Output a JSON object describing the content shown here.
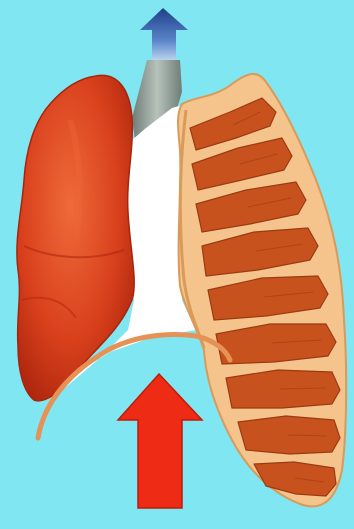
{
  "diagram": {
    "colors": {
      "background": "#7fe6f2",
      "lung": "#d8401c",
      "lung_dark": "#a9240c",
      "lung_light": "#ef6a3a",
      "cavity": "#ffffff",
      "trachea": "#9aa79f",
      "trachea_dark": "#6f7d77",
      "rib_bone": "#f4c48c",
      "rib_bone_edge": "#d99a5a",
      "rib_muscle": "#c8521e",
      "rib_muscle_dark": "#9c3a12",
      "diaphragm": "#e69256",
      "arrow_out_top": "#1f3f8a",
      "arrow_out_bottom": "#dff4ff",
      "arrow_in": "#ee2b14",
      "arrow_in_edge": "#c21a08"
    },
    "elements": [
      {
        "name": "lung",
        "icon": "lung-icon"
      },
      {
        "name": "trachea",
        "icon": "trachea-icon"
      },
      {
        "name": "rib-cage",
        "icon": "rib-cage-icon"
      },
      {
        "name": "diaphragm",
        "icon": "diaphragm-curve"
      },
      {
        "name": "air-out-arrow",
        "icon": "arrow-up-icon",
        "direction": "up"
      },
      {
        "name": "diaphragm-push-arrow",
        "icon": "arrow-up-icon",
        "direction": "up"
      }
    ]
  }
}
